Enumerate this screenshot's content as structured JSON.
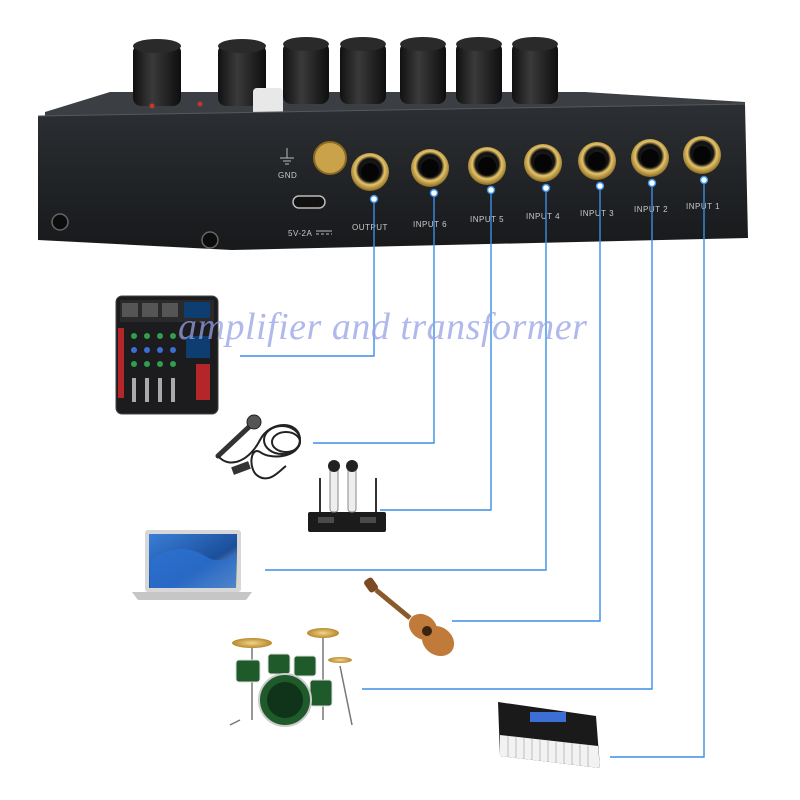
{
  "watermark": {
    "text": "amplifier and transformer"
  },
  "device": {
    "gnd_label": "GND",
    "power_label": "5V-2A",
    "ports": [
      {
        "id": "output",
        "label": "OUTPUT"
      },
      {
        "id": "input6",
        "label": "INPUT 6"
      },
      {
        "id": "input5",
        "label": "INPUT 5"
      },
      {
        "id": "input4",
        "label": "INPUT 4"
      },
      {
        "id": "input3",
        "label": "INPUT 3"
      },
      {
        "id": "input2",
        "label": "INPUT 2"
      },
      {
        "id": "input1",
        "label": "INPUT 1"
      }
    ],
    "knob_count": 7
  },
  "connected_devices": [
    {
      "port": "output",
      "icon": "mixer-console-icon"
    },
    {
      "port": "input6",
      "icon": "microphone-icon"
    },
    {
      "port": "input5",
      "icon": "wireless-mic-receiver-icon"
    },
    {
      "port": "input4",
      "icon": "laptop-icon"
    },
    {
      "port": "input3",
      "icon": "ukulele-icon"
    },
    {
      "port": "input2",
      "icon": "drum-kit-icon"
    },
    {
      "port": "input1",
      "icon": "keyboard-icon"
    }
  ],
  "colors": {
    "cable": "#3a8ee6",
    "jack_ring": "#c9a24a",
    "device_body": "#1e2023",
    "watermark": "#9aa0e6"
  }
}
